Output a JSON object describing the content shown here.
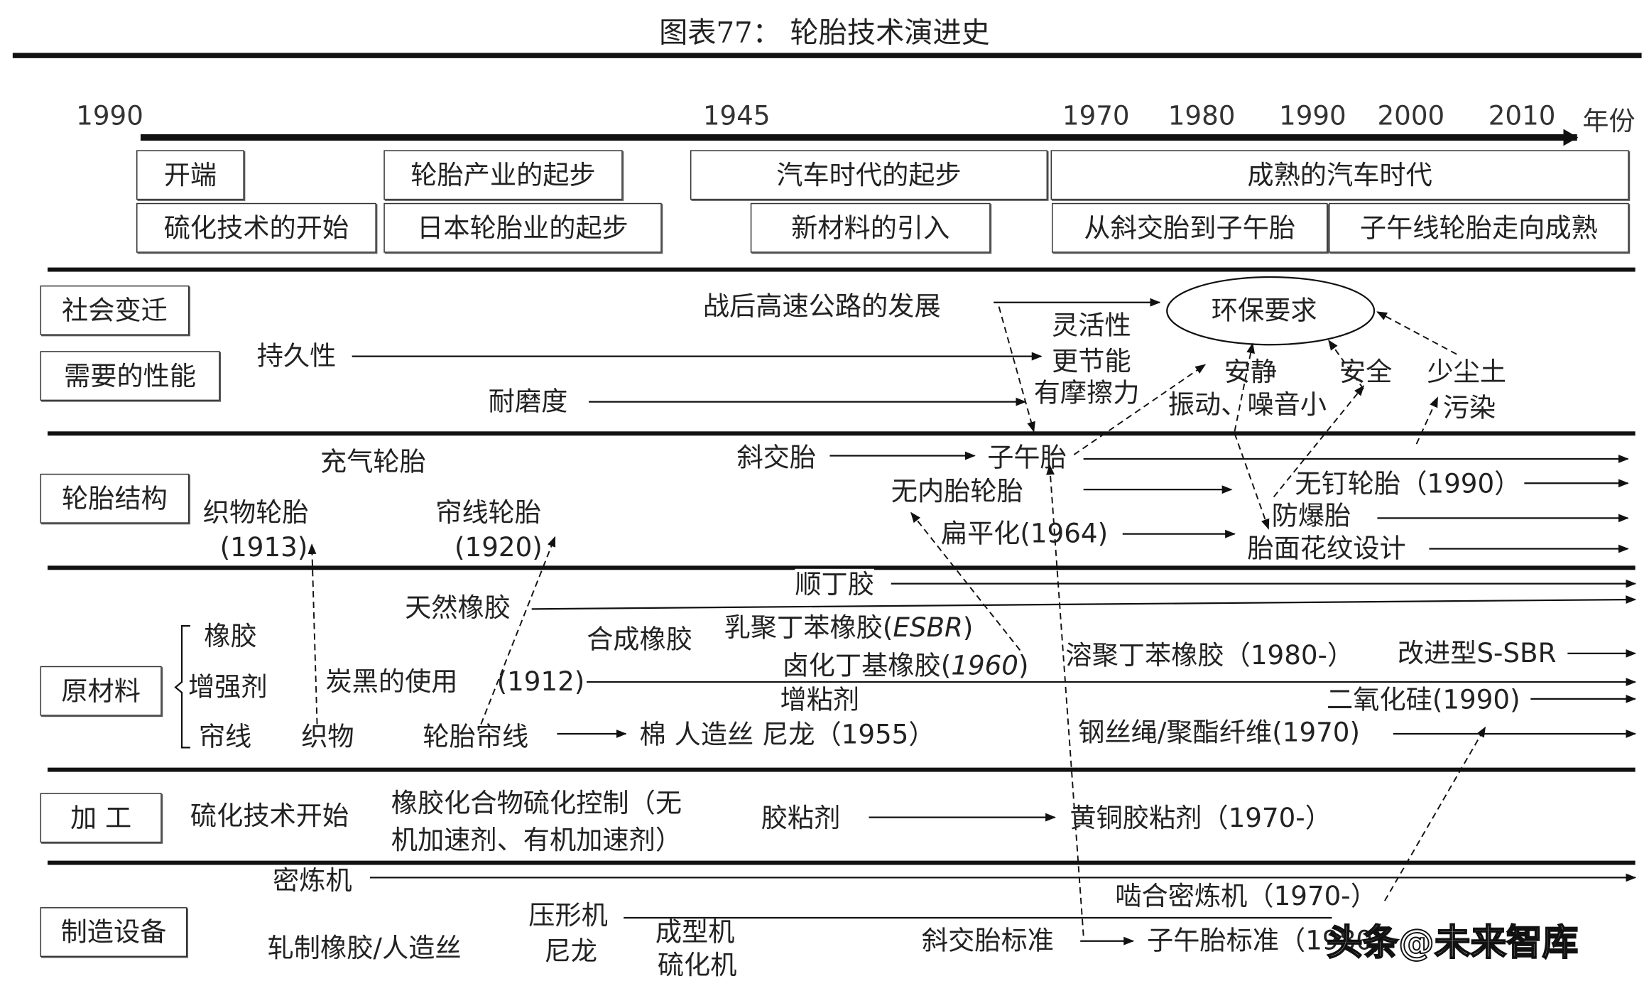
{
  "title": "图表77： 轮胎技术演进史",
  "axis": {
    "years": [
      "1990",
      "1945",
      "1970",
      "1980",
      "1990",
      "2000",
      "2010"
    ],
    "unit": "年份"
  },
  "eras": {
    "row1": [
      "开端",
      "轮胎产业的起步",
      "汽车时代的起步",
      "成熟的汽车时代"
    ],
    "row2": [
      "硫化技术的开始",
      "日本轮胎业的起步",
      "新材料的引入",
      "从斜交胎到子午胎",
      "子午线轮胎走向成熟"
    ]
  },
  "categories": {
    "social": "社会变迁",
    "performance": "需要的性能",
    "structure": "轮胎结构",
    "materials": "原材料",
    "processing": "加 工",
    "equipment": "制造设备"
  },
  "social": {
    "highway": "战后高速公路的发展",
    "eco": "环保要求"
  },
  "performance": {
    "durability": "持久性",
    "wear": "耐磨度",
    "flex": "灵活性",
    "energy": "更节能",
    "friction": "有摩擦力",
    "quiet": "安静",
    "noise": "振动、噪音小",
    "safety": "安全",
    "dust": "少尘土",
    "pollution": "污染"
  },
  "structure": {
    "pneumatic": "充气轮胎",
    "bias": "斜交胎",
    "radial": "子午胎",
    "fabric_tire": "织物轮胎",
    "fabric_year": "(1913)",
    "cord_tire": "帘线轮胎",
    "cord_year": "(1920)",
    "tubeless": "无内胎轮胎",
    "studless": "无钉轮胎（1990）",
    "runflat": "防爆胎",
    "flat": "扁平化(1964)",
    "tread": "胎面花纹设计"
  },
  "materials": {
    "rubber": "橡胶",
    "reinforcer": "增强剂",
    "cord": "帘线",
    "br": "顺丁胶",
    "nr": "天然橡胶",
    "esbr_a": "乳聚丁苯橡胶(",
    "esbr_b": "ESBR",
    "esbr_c": ")",
    "synthetic": "合成橡胶",
    "ssbr": "溶聚丁苯橡胶（1980-）",
    "ssbr2": "改进型S-SBR",
    "butyl_a": "卤化丁基橡胶(",
    "butyl_b": "1960",
    "butyl_c": ")",
    "carbon": "炭黑的使用",
    "carbon_year": "(1912)",
    "tackifier": "增粘剂",
    "silica": "二氧化硅(1990)",
    "fabric": "织物",
    "tire_cord": "轮胎帘线",
    "fibers": "棉 人造丝 尼龙（1955）",
    "steel": "钢丝绳/聚酯纤维(1970)"
  },
  "processing": {
    "vulc": "硫化技术开始",
    "control1": "橡胶化合物硫化控制（无",
    "control2": "机加速剂、有机加速剂）",
    "adhesive": "胶粘剂",
    "brass": "黄铜胶粘剂（1970-）"
  },
  "equipment": {
    "mixer": "密炼机",
    "intermesh": "啮合密炼机（1970-）",
    "extruder": "压形机",
    "nylon": "尼龙",
    "builder": "成型机",
    "curing": "硫化机",
    "calender": "轧制橡胶/人造丝",
    "bias_std": "斜交胎标准",
    "radial_std": "子午胎标准（1980）"
  },
  "watermark": "头条@未来智库"
}
